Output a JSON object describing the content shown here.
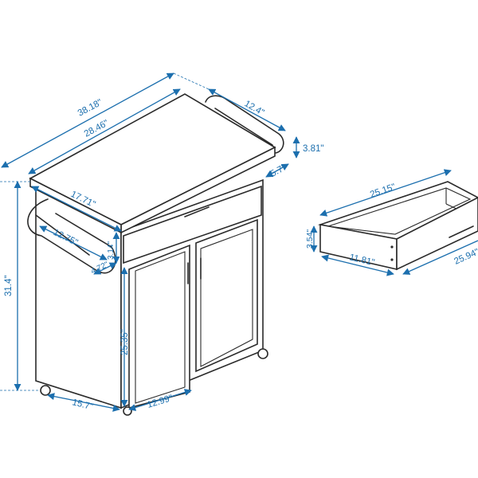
{
  "colors": {
    "dimension": "#1c6fae",
    "outline": "#2a2a2a",
    "background": "#ffffff"
  },
  "cart": {
    "overall_width": "38.18\"",
    "top_width": "28.46\"",
    "top_depth": "12.4\"",
    "top_thickness": "3.81\"",
    "drawer_front_height": "5.7\"",
    "rail_depth": "17.71\"",
    "rail_length": "12.75\"",
    "rail_gap_a": "4.72\"",
    "rail_gap_b": "3.14\"",
    "height": "31.4\"",
    "door_height": "25.35\"",
    "door_width": "12.99\"",
    "bottom_width": "15.7\""
  },
  "drawer": {
    "width": "25.15\"",
    "height": "3.54\"",
    "depth": "11.81\"",
    "outer_length": "25.94\""
  }
}
